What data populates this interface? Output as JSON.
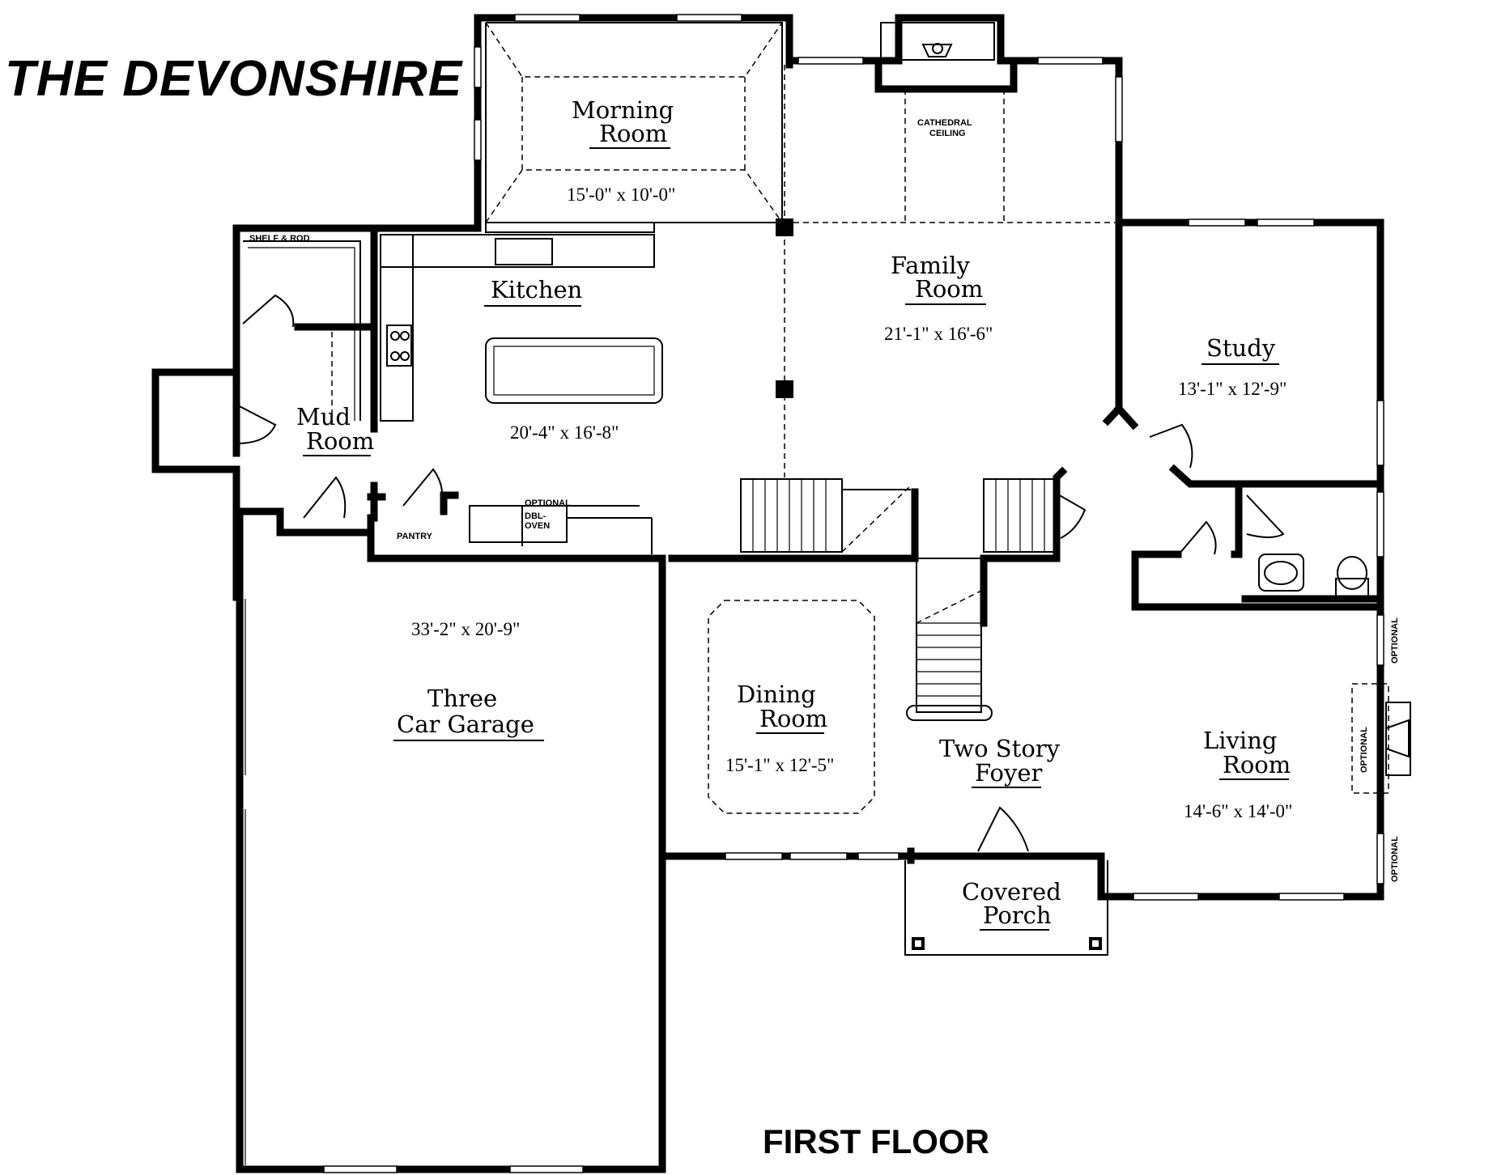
{
  "title": "THE DEVONSHIRE",
  "footer": "FIRST FLOOR",
  "rooms": {
    "morning": {
      "line1": "Morning",
      "line2": "Room",
      "dim": "15'-0\" x 10'-0\""
    },
    "kitchen": {
      "line1": "Kitchen",
      "dim": "20'-4\" x 16'-8\""
    },
    "family": {
      "line1": "Family",
      "line2": "Room",
      "dim": "21'-1\" x 16'-6\""
    },
    "study": {
      "line1": "Study",
      "dim": "13'-1\" x 12'-9\""
    },
    "mud": {
      "line1": "Mud",
      "line2": "Room"
    },
    "garage": {
      "line1": "Three",
      "line2": "Car Garage",
      "dim": "33'-2\" x 20'-9\""
    },
    "dining": {
      "line1": "Dining",
      "line2": "Room",
      "dim": "15'-1\" x 12'-5\""
    },
    "foyer": {
      "line1": "Two Story",
      "line2": "Foyer"
    },
    "living": {
      "line1": "Living",
      "line2": "Room",
      "dim": "14'-6\" x 14'-0\""
    },
    "porch": {
      "line1": "Covered",
      "line2": "Porch"
    }
  },
  "notes": {
    "shelf_rod": "SHELF & ROD",
    "pantry": "PANTRY",
    "optional": "OPTIONAL",
    "dbl_oven_1": "DBL-",
    "dbl_oven_2": "OVEN",
    "cathedral_1": "CATHEDRAL",
    "cathedral_2": "CEILING"
  }
}
